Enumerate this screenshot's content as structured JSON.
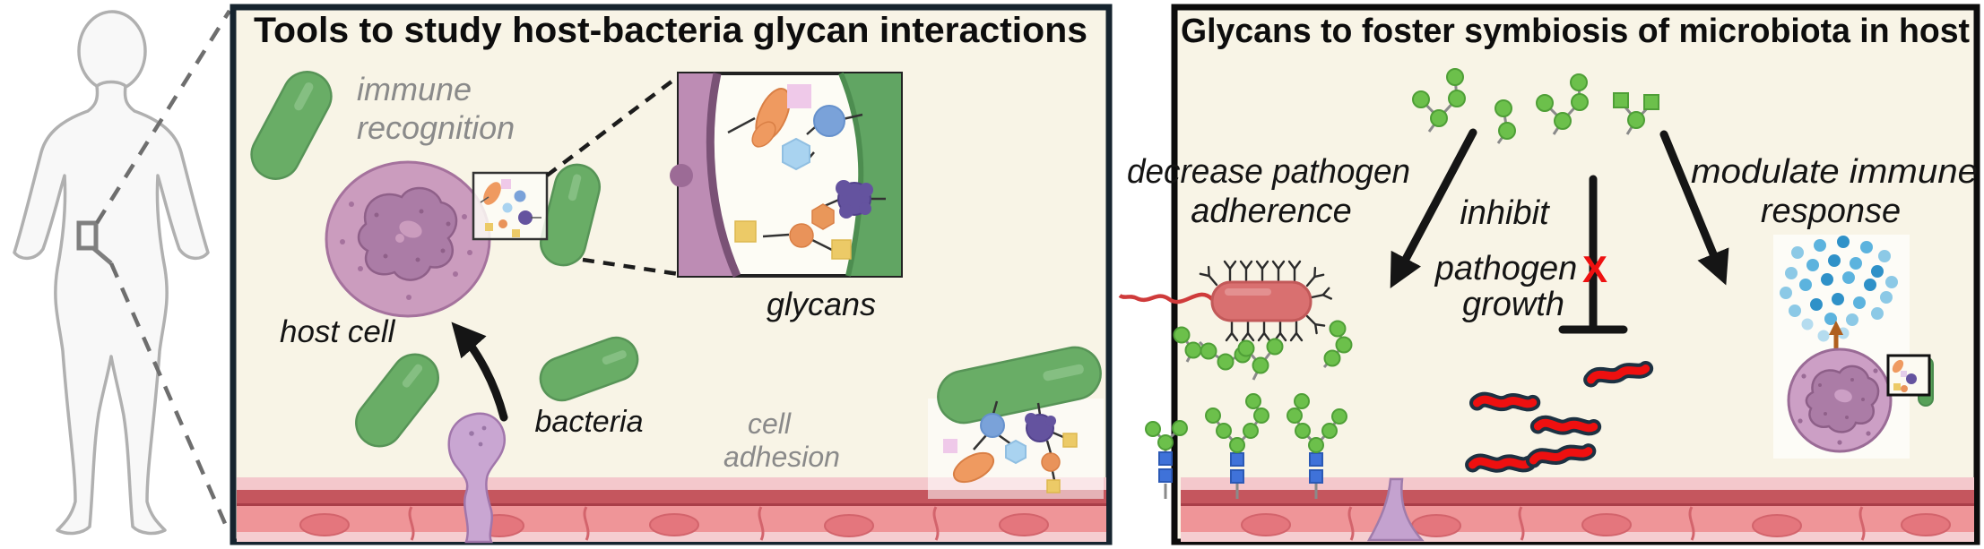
{
  "panels": {
    "left": {
      "title": "Tools to study host-bacteria glycan interactions",
      "labels": {
        "immune_line1": "immune",
        "immune_line2": "recognition",
        "host_cell": "host cell",
        "bacteria": "bacteria",
        "glycans": "glycans",
        "adhesion_line1": "cell",
        "adhesion_line2": "adhesion"
      }
    },
    "right": {
      "title": "Glycans to foster symbiosis of microbiota in host",
      "labels": {
        "decrease_line1": "decrease pathogen",
        "decrease_line2": "adherence",
        "inhibit_line1": "inhibit",
        "inhibit_line2": "pathogen",
        "inhibit_line3": "growth",
        "modulate_line1": "modulate immune",
        "modulate_line2": "response",
        "blocked_mark": "X"
      }
    }
  },
  "palette": {
    "panel_background": "#f8f4e6",
    "left_panel_border": "#16242f",
    "right_panel_border": "#0c0c0c",
    "bacteria_green": "#69ad66",
    "glycan_green": "#6cc04b",
    "glycan_blue_square": "#3f72d9",
    "pathogen_red": "#d97070",
    "squiggle_pathogen_red": "#ee1010",
    "squiggle_outline_navy": "#1d3142",
    "host_cell_purple": "#cb9cbe",
    "nucleus_purple": "#ab7ca6",
    "dendritic_cell_purple": "#c9a6d2",
    "epithelium_pink": "#ef9598",
    "epithelium_dark_band": "#c5565e",
    "cytokine_blue": "#5cb3de",
    "label_gray": "#8a8a8a",
    "text_black": "#111111",
    "blocked_x_red": "#ee1111",
    "body_outline_gray": "#b0b0b0"
  }
}
